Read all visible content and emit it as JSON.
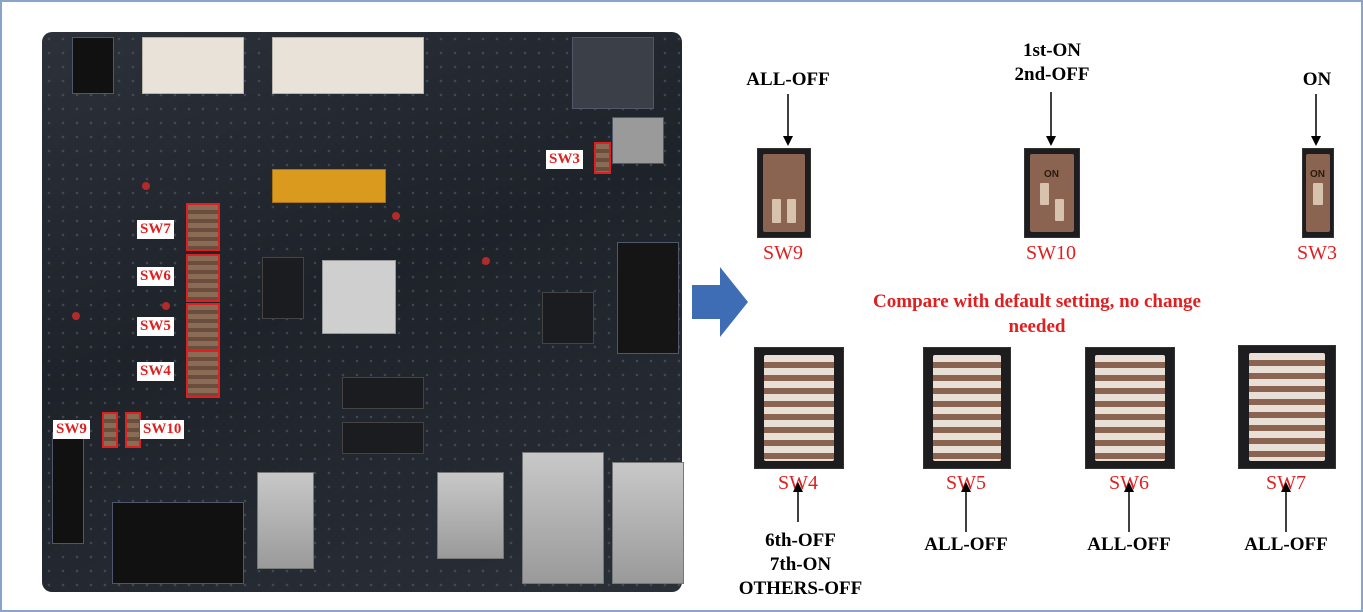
{
  "board": {
    "switch_tags": [
      "SW7",
      "SW6",
      "SW5",
      "SW4",
      "SW9",
      "SW10",
      "SW3"
    ]
  },
  "top_switches": [
    {
      "name": "SW9",
      "setting_lines": [
        "ALL-OFF"
      ]
    },
    {
      "name": "SW10",
      "setting_lines": [
        "1st-ON",
        "2nd-OFF"
      ]
    },
    {
      "name": "SW3",
      "setting_lines": [
        "ON"
      ]
    }
  ],
  "note_lines": [
    "Compare with default setting, no change",
    "needed"
  ],
  "bottom_switches": [
    {
      "name": "SW4",
      "setting_lines": [
        "6th-OFF",
        "7th-ON",
        "OTHERS-OFF"
      ]
    },
    {
      "name": "SW5",
      "setting_lines": [
        "ALL-OFF"
      ]
    },
    {
      "name": "SW6",
      "setting_lines": [
        "ALL-OFF"
      ]
    },
    {
      "name": "SW7",
      "setting_lines": [
        "ALL-OFF"
      ]
    }
  ],
  "colors": {
    "highlight": "#e02020",
    "arrow": "#3f6db5",
    "border": "#8aa4c8"
  }
}
